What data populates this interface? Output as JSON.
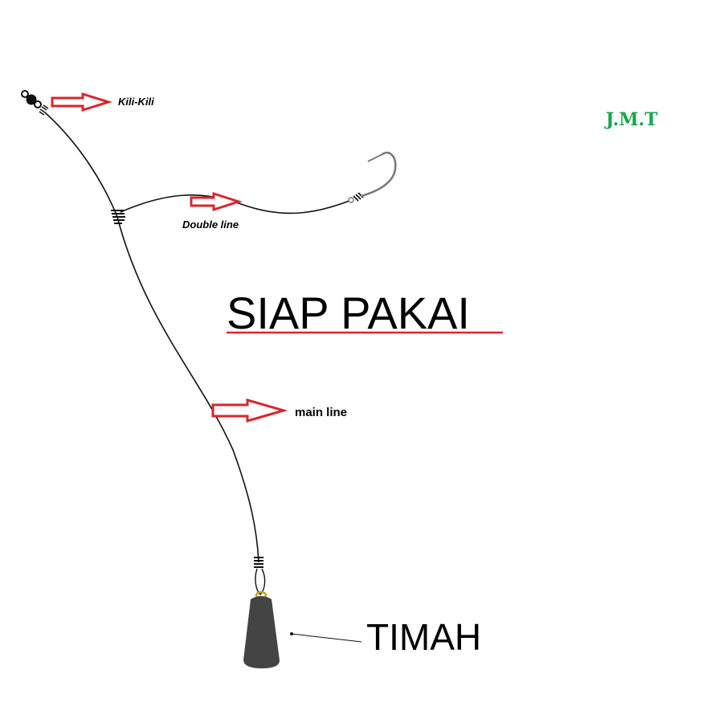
{
  "brand": {
    "text": "J.M.T",
    "color": "#1aa54a"
  },
  "title": {
    "text": "SIAP PAKAI",
    "color": "#e0262c"
  },
  "labels": {
    "swivel": "Kili-Kili",
    "branch": "Double line",
    "main": "main line",
    "sinker": "TIMAH"
  },
  "colors": {
    "line": "#111111",
    "arrow_stroke": "#d8262c",
    "arrow_fill": "#ffffff",
    "hook": "#7a7a7a",
    "sinker": "#444444",
    "eye": "#c9a227"
  },
  "icons": [
    "swivel-icon",
    "hook-icon",
    "sinker-icon",
    "arrow-right-icon"
  ]
}
